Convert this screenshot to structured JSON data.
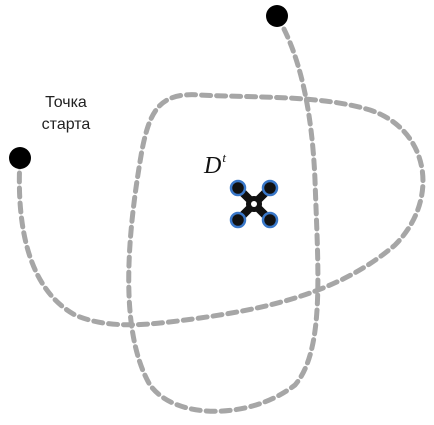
{
  "start_label": {
    "line1": "Точка",
    "line2": "старта"
  },
  "drone_label": {
    "base": "D",
    "superscript": "t"
  },
  "colors": {
    "path": "#a6a6a6",
    "point": "#000000",
    "drone_body": "#111111",
    "drone_rotor_ring": "#3a78c9"
  },
  "icons": [
    "start-point-icon",
    "end-point-icon",
    "drone-icon"
  ]
}
